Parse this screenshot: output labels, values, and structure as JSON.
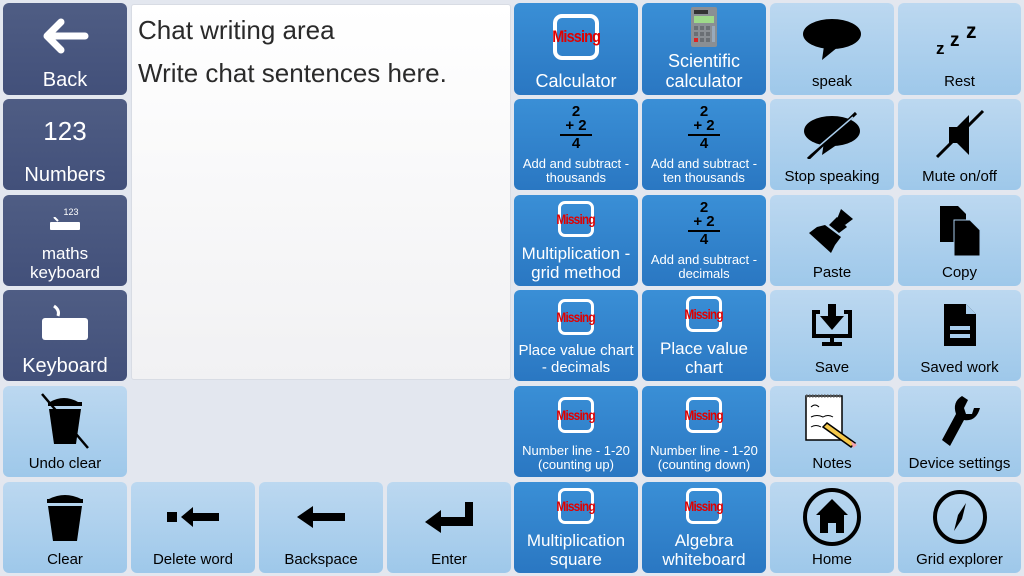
{
  "chat": {
    "title": "Chat writing area",
    "placeholder": "Write chat sentences here."
  },
  "left_column": [
    {
      "label": "Back",
      "icon": "arrow-left-icon"
    },
    {
      "label": "Numbers",
      "icon_text": "123"
    },
    {
      "label": "maths keyboard",
      "icon_text": "123"
    },
    {
      "label": "Keyboard",
      "icon": "keyboard-icon"
    },
    {
      "label": "Undo clear",
      "icon": "undo-clear-icon"
    },
    {
      "label": "Clear",
      "icon": "trash-icon"
    }
  ],
  "bottom_row": [
    {
      "label": "Delete word",
      "icon": "delete-word-icon"
    },
    {
      "label": "Backspace",
      "icon": "backspace-icon"
    },
    {
      "label": "Enter",
      "icon": "enter-icon"
    }
  ],
  "math_tools": [
    {
      "label": "Calculator",
      "icon": "missing"
    },
    {
      "label": "Scientific calculator",
      "icon": "calculator-icon"
    },
    {
      "label": "Add and subtract - thousands",
      "icon": "sum"
    },
    {
      "label": "Add and subtract - ten thousands",
      "icon": "sum"
    },
    {
      "label": "Multiplication - grid method",
      "icon": "missing"
    },
    {
      "label": "Add and subtract - decimals",
      "icon": "sum"
    },
    {
      "label": "Place value chart - decimals",
      "icon": "missing"
    },
    {
      "label": "Place value chart",
      "icon": "missing"
    },
    {
      "label": "Number line - 1-20 (counting up)",
      "icon": "missing"
    },
    {
      "label": "Number line - 1-20 (counting down)",
      "icon": "missing"
    },
    {
      "label": "Multiplication square",
      "icon": "missing"
    },
    {
      "label": "Algebra whiteboard",
      "icon": "missing"
    }
  ],
  "missing_text": "Missing",
  "sum_icon": {
    "a": "2",
    "b": "+ 2",
    "result": "4"
  },
  "actions": [
    {
      "label": "speak"
    },
    {
      "label": "Rest"
    },
    {
      "label": "Stop speaking"
    },
    {
      "label": "Mute on/off"
    },
    {
      "label": "Paste"
    },
    {
      "label": "Copy"
    },
    {
      "label": "Save"
    },
    {
      "label": "Saved work"
    },
    {
      "label": "Notes"
    },
    {
      "label": "Device settings"
    },
    {
      "label": "Home"
    },
    {
      "label": "Grid explorer"
    }
  ],
  "colors": {
    "dark_cell": "#4a5880",
    "blue_cell": "#3083cc",
    "light_cell": "#aed0ee",
    "background": "#e3e7ef",
    "missing_red": "#e00000"
  }
}
